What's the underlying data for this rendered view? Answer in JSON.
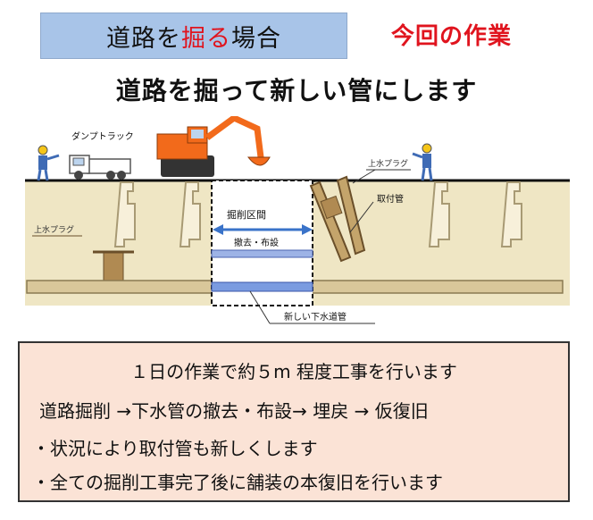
{
  "header": {
    "title_pre": "道路を",
    "title_hl": "掘る",
    "title_post": "場合",
    "current_work": "今回の作業"
  },
  "subtitle": "道路を掘って新しい管にします",
  "diagram": {
    "truck_label": "ダンプトラック",
    "plug_label_left": "上水プラグ",
    "plug_label_right": "上水プラグ",
    "excavation_label": "掘削区間",
    "remove_install_label": "撤去・布設",
    "connection_pipe_label": "取付管",
    "new_sewer_label": "新しい下水道管"
  },
  "info": {
    "line1": "１日の作業で約５m 程度工事を行います",
    "line2": "道路掘削 →下水管の撤去・布設→ 埋戻 → 仮復旧",
    "line3": "・状況により取付管も新しくします",
    "line4": "・全ての掘削工事完了後に舗装の本復旧を行います"
  },
  "colors": {
    "accent_red": "#e0141e",
    "title_bg": "#a8c4e8",
    "info_bg": "#fbe3d6",
    "excavator": "#f26a1b",
    "soil": "#efe6c4"
  }
}
